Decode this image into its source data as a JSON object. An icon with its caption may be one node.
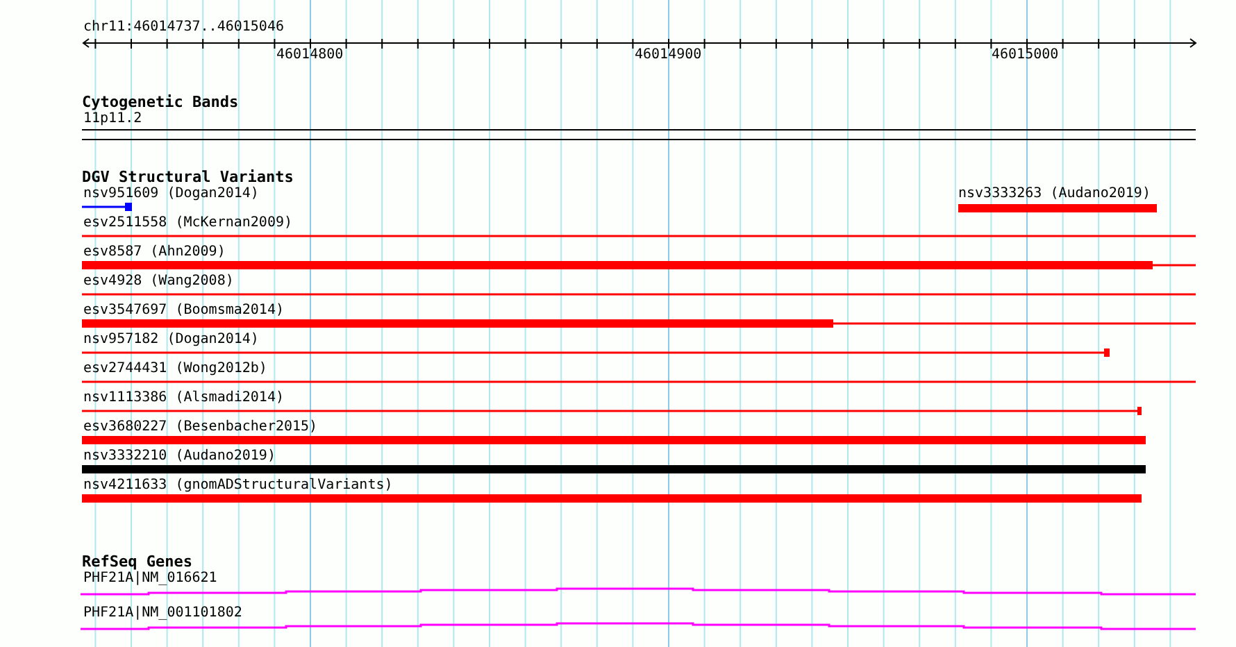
{
  "diagram": {
    "labels": [
      "chr11:46014737..46015046",
      "46014800",
      "46014900",
      "46015000",
      "Cytogenetic Bands",
      "11p11.2",
      "DGV Structural Variants",
      "nsv951609 (Dogan2014)",
      "nsv3333263 (Audano2019)",
      "esv2511558 (McKernan2009)",
      "esv8587 (Ahn2009)",
      "esv4928 (Wang2008)",
      "esv3547697 (Boomsma2014)",
      "nsv957182 (Dogan2014)",
      "esv2744431 (Wong2012b)",
      "nsv1113386 (Alsmadi2014)",
      "esv3680227 (Besenbacher2015)",
      "nsv3332210 (Audano2019)",
      "nsv4211633 (gnomADStructuralVariants)",
      "RefSeq Genes",
      "PHF21A|NM_016621",
      "PHF21A|NM_001101802"
    ]
  }
}
